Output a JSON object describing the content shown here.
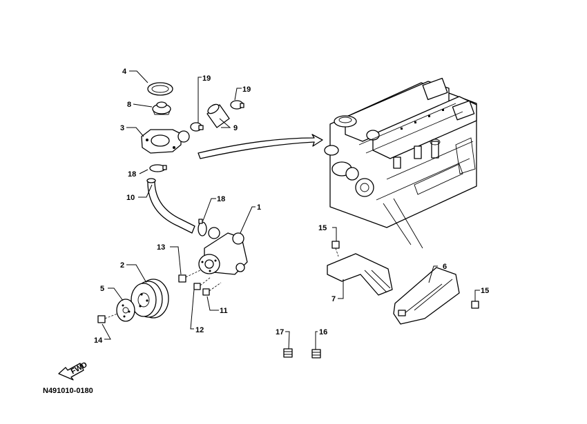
{
  "diagram": {
    "figure_code": "N491010-0180",
    "fwd_label": "FWD",
    "callouts": [
      "1",
      "2",
      "3",
      "4",
      "5",
      "6",
      "7",
      "8",
      "9",
      "10",
      "11",
      "12",
      "13",
      "14",
      "15",
      "15",
      "16",
      "17",
      "18",
      "18",
      "19",
      "19"
    ]
  }
}
